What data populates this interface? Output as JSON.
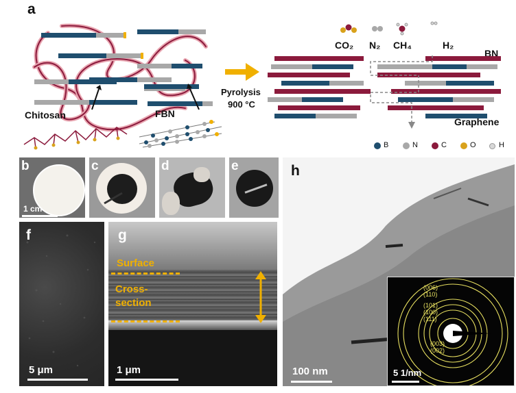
{
  "panel_a": {
    "label": "a",
    "chitosan": "Chitosan",
    "fbn": "FBN",
    "pyrolysis": "Pyrolysis",
    "temperature": "900 °C",
    "co2": "CO₂",
    "n2": "N₂",
    "ch4": "CH₄",
    "h2": "H₂",
    "bn": "BN",
    "graphene": "Graphene",
    "legend": [
      {
        "symbol": "B",
        "color": "#1f4e6e"
      },
      {
        "symbol": "N",
        "color": "#a8a8a8"
      },
      {
        "symbol": "C",
        "color": "#8b1a3c"
      },
      {
        "symbol": "O",
        "color": "#d9a21b"
      },
      {
        "symbol": "H",
        "color": "#d8d8d8"
      }
    ]
  },
  "panel_b": {
    "label": "b",
    "scale": "1 cm"
  },
  "panel_c": {
    "label": "c"
  },
  "panel_d": {
    "label": "d"
  },
  "panel_e": {
    "label": "e"
  },
  "panel_f": {
    "label": "f",
    "scale": "5 μm"
  },
  "panel_g": {
    "label": "g",
    "scale": "1 μm",
    "surface": "Surface",
    "cross_line1": "Cross-",
    "cross_line2": "section"
  },
  "panel_h": {
    "label": "h",
    "scale": "100 nm"
  },
  "saed": {
    "scale": "5 1/nm",
    "rings_top": [
      "(006)",
      "(110)",
      "(101)",
      "(100)",
      "(111)"
    ],
    "rings_bottom": [
      "(003)",
      "(002)"
    ]
  },
  "colors": {
    "accent": "#f0b000",
    "bn_blue": "#1f4e6e",
    "graphene_red": "#8b1a3c",
    "bn_gray": "#a8a8a8"
  }
}
